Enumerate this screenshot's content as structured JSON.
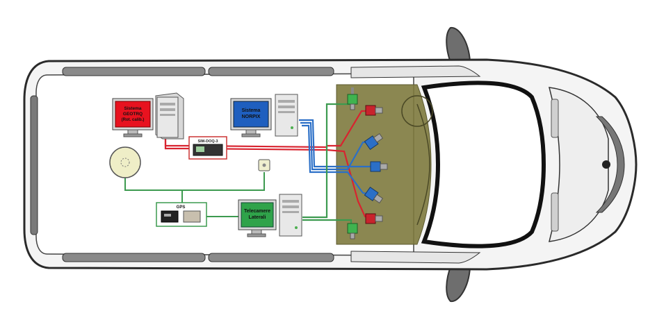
{
  "systems": {
    "mobile_mapping": {
      "line1": "Sistema",
      "line2": "GEOTRQ",
      "line3": "(Rot. calib.)"
    },
    "norpix": {
      "line1": "Sistema",
      "line2": "NORPIX"
    },
    "lateral_cameras": {
      "line1": "Telecamere",
      "line2": "Laterali"
    }
  },
  "devices": {
    "gps_label": "GPS",
    "recorder_display": "SIM-DOQ-3"
  },
  "colors": {
    "mobile_mapping_screen": "#e8121f",
    "norpix_screen": "#1f5fbf",
    "lateral_screen": "#2fa34a",
    "cable_red": "#d8232f",
    "cable_blue": "#2b6fc7",
    "cable_green": "#3c9a4f",
    "camera_zone": "#7e7a3e"
  }
}
